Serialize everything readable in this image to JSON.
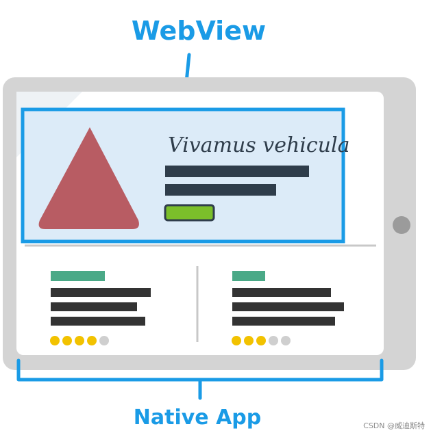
{
  "labels": {
    "top": "WebView",
    "bottom": "Native App"
  },
  "webview": {
    "heading": "Vivamus vehicula"
  },
  "cards": [
    {
      "rating": 4,
      "max_rating": 5
    },
    {
      "rating": 3,
      "max_rating": 5
    }
  ],
  "watermark": "CSDN @威迪斯特",
  "colors": {
    "accent_blue": "#1a9be6",
    "tablet_frame": "#d4d4d4",
    "screen": "#ffffff",
    "webview_bg": "#dcebf8",
    "triangle": "#b85c63",
    "text_bar": "#2f3d4b",
    "green_button": "#7bbf2a",
    "card_tag": "#4aa987",
    "star_on": "#f2c200",
    "star_off": "#cfcfcf"
  }
}
